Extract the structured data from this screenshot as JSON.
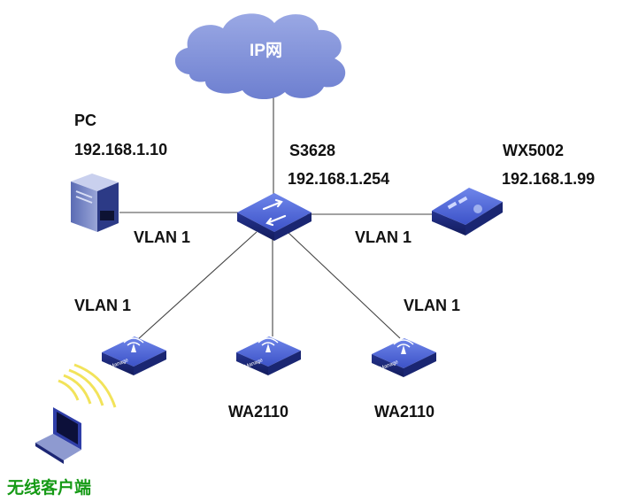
{
  "diagram": {
    "cloud_label": "IP网",
    "pc": {
      "name": "PC",
      "ip": "192.168.1.10"
    },
    "switch": {
      "name": "S3628",
      "ip": "192.168.1.254"
    },
    "controller": {
      "name": "WX5002",
      "ip": "192.168.1.99"
    },
    "vlan_labels": [
      "VLAN 1",
      "VLAN 1",
      "VLAN 1",
      "VLAN 1"
    ],
    "access_points": [
      {
        "badge": "Manage",
        "name": ""
      },
      {
        "badge": "Manage",
        "name": "WA2110"
      },
      {
        "badge": "Manage",
        "name": "WA2110"
      }
    ],
    "client_label": "无线客户端"
  },
  "colors": {
    "device_blue": "#3a4fc4",
    "cloud_blue": "#7f8fd6",
    "client_label": "#169a16",
    "signal_yellow": "#f2e35a"
  },
  "icons": [
    "cloud-icon",
    "pc-tower-icon",
    "switch-icon",
    "controller-icon",
    "access-point-icon",
    "laptop-icon",
    "wireless-signal-icon"
  ]
}
